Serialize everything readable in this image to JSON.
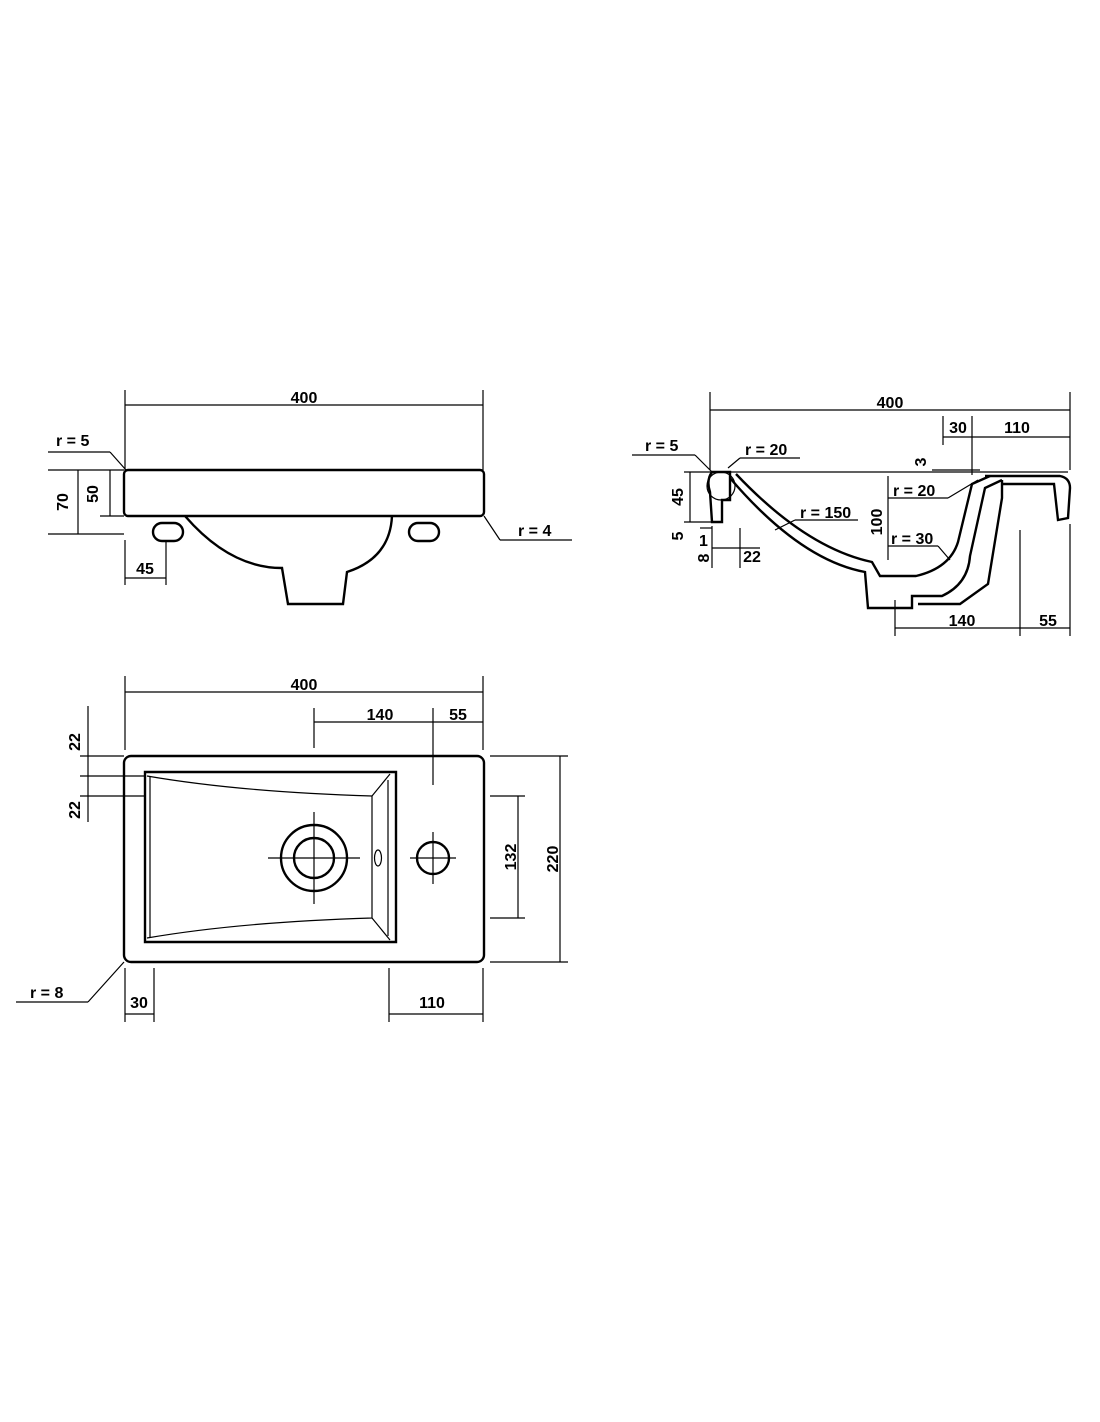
{
  "front_view": {
    "width": "400",
    "r_top_left": "r = 5",
    "r_right": "r = 4",
    "h_total": "70",
    "h_top": "50",
    "tap_offset": "45"
  },
  "side_view": {
    "width": "400",
    "seg_30": "30",
    "seg_110": "110",
    "r5": "r = 5",
    "r20_top": "r = 20",
    "h45": "45",
    "v3": "3",
    "r20_mid": "r = 20",
    "r150": "r = 150",
    "h100": "100",
    "r30": "r = 30",
    "h5": "5",
    "h1": "1",
    "h8": "8",
    "d22": "22",
    "d140": "140",
    "d55": "55"
  },
  "top_view": {
    "width": "400",
    "d140": "140",
    "d55": "55",
    "d22_top": "22",
    "d22_bottom": "22",
    "d132": "132",
    "d220": "220",
    "r_corner": "r = 8",
    "d30": "30",
    "d110": "110"
  }
}
